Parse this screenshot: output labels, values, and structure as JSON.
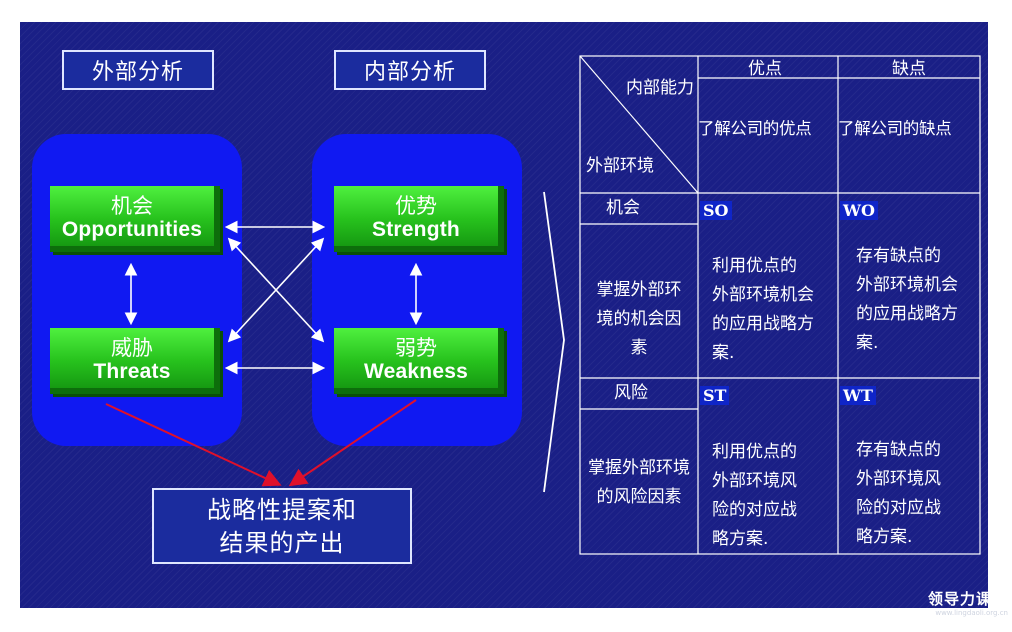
{
  "left": {
    "external_header": "外部分析",
    "internal_header": "内部分析",
    "opportunities": {
      "cn": "机会",
      "en": "Opportunities"
    },
    "threats": {
      "cn": "威胁",
      "en": "Threats"
    },
    "strength": {
      "cn": "优势",
      "en": "Strength"
    },
    "weakness": {
      "cn": "弱势",
      "en": "Weakness"
    },
    "result_line1": "战略性提案和",
    "result_line2": "结果的产出"
  },
  "matrix": {
    "corner_top": "内部能力",
    "corner_bottom": "外部环境",
    "col_strength": "优点",
    "col_weakness": "缺点",
    "strength_desc": "了解公司的优点",
    "weakness_desc": "了解公司的缺点",
    "opportunity_label": "机会",
    "opportunity_desc": [
      "掌握外部环",
      "境的机会因",
      "素"
    ],
    "threat_label": "风险",
    "threat_desc": [
      "掌握外部环境",
      "的风险因素"
    ],
    "so_tag": "SO",
    "so_text": [
      "利用优点的",
      "外部环境机会",
      "的应用战略方",
      "案."
    ],
    "wo_tag": "WO",
    "wo_text": [
      "存有缺点的",
      "外部环境机会",
      "的应用战略方",
      "案."
    ],
    "st_tag": "ST",
    "st_text": [
      "利用优点的",
      "外部环境风",
      "险的对应战",
      "略方案."
    ],
    "wt_tag": "WT",
    "wt_text": [
      "存有缺点的",
      "外部环境风",
      "险的对应战",
      "略方案."
    ]
  },
  "watermark": {
    "line1": "领导力课堂",
    "line2": "www.lingdaoli.org.cn"
  },
  "colors": {
    "background": "#1a1f86",
    "panel": "#1019f2",
    "green_box": "#27c21d",
    "arrow_red": "#e0102a",
    "line_white": "#ffffff"
  }
}
